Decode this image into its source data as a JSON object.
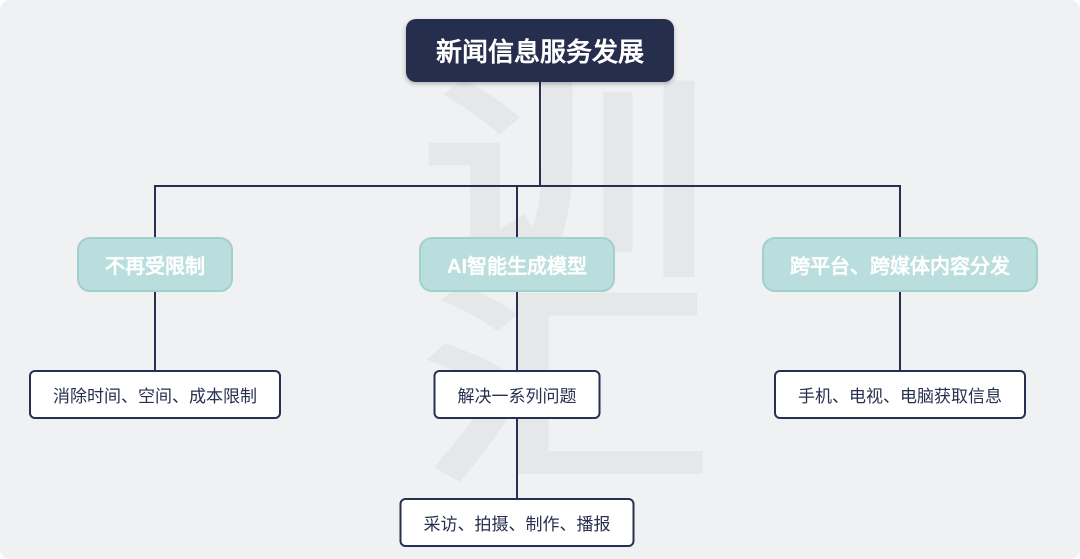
{
  "title": "新闻信息服务发展",
  "watermark": "训汇",
  "colors": {
    "navy": "#27304f",
    "teal": "#b9dedd",
    "teal-border": "#a2d0cf",
    "bg": "#f0f1f2",
    "node-text": "#27304f"
  },
  "branches": [
    {
      "label": "不再受限制",
      "children": [
        "消除时间、空间、成本限制"
      ]
    },
    {
      "label": "AI智能生成模型",
      "children": [
        "解决一系列问题",
        "采访、拍摄、制作、播报"
      ]
    },
    {
      "label": "跨平台、跨媒体内容分发",
      "children": [
        "手机、电视、电脑获取信息"
      ]
    }
  ]
}
